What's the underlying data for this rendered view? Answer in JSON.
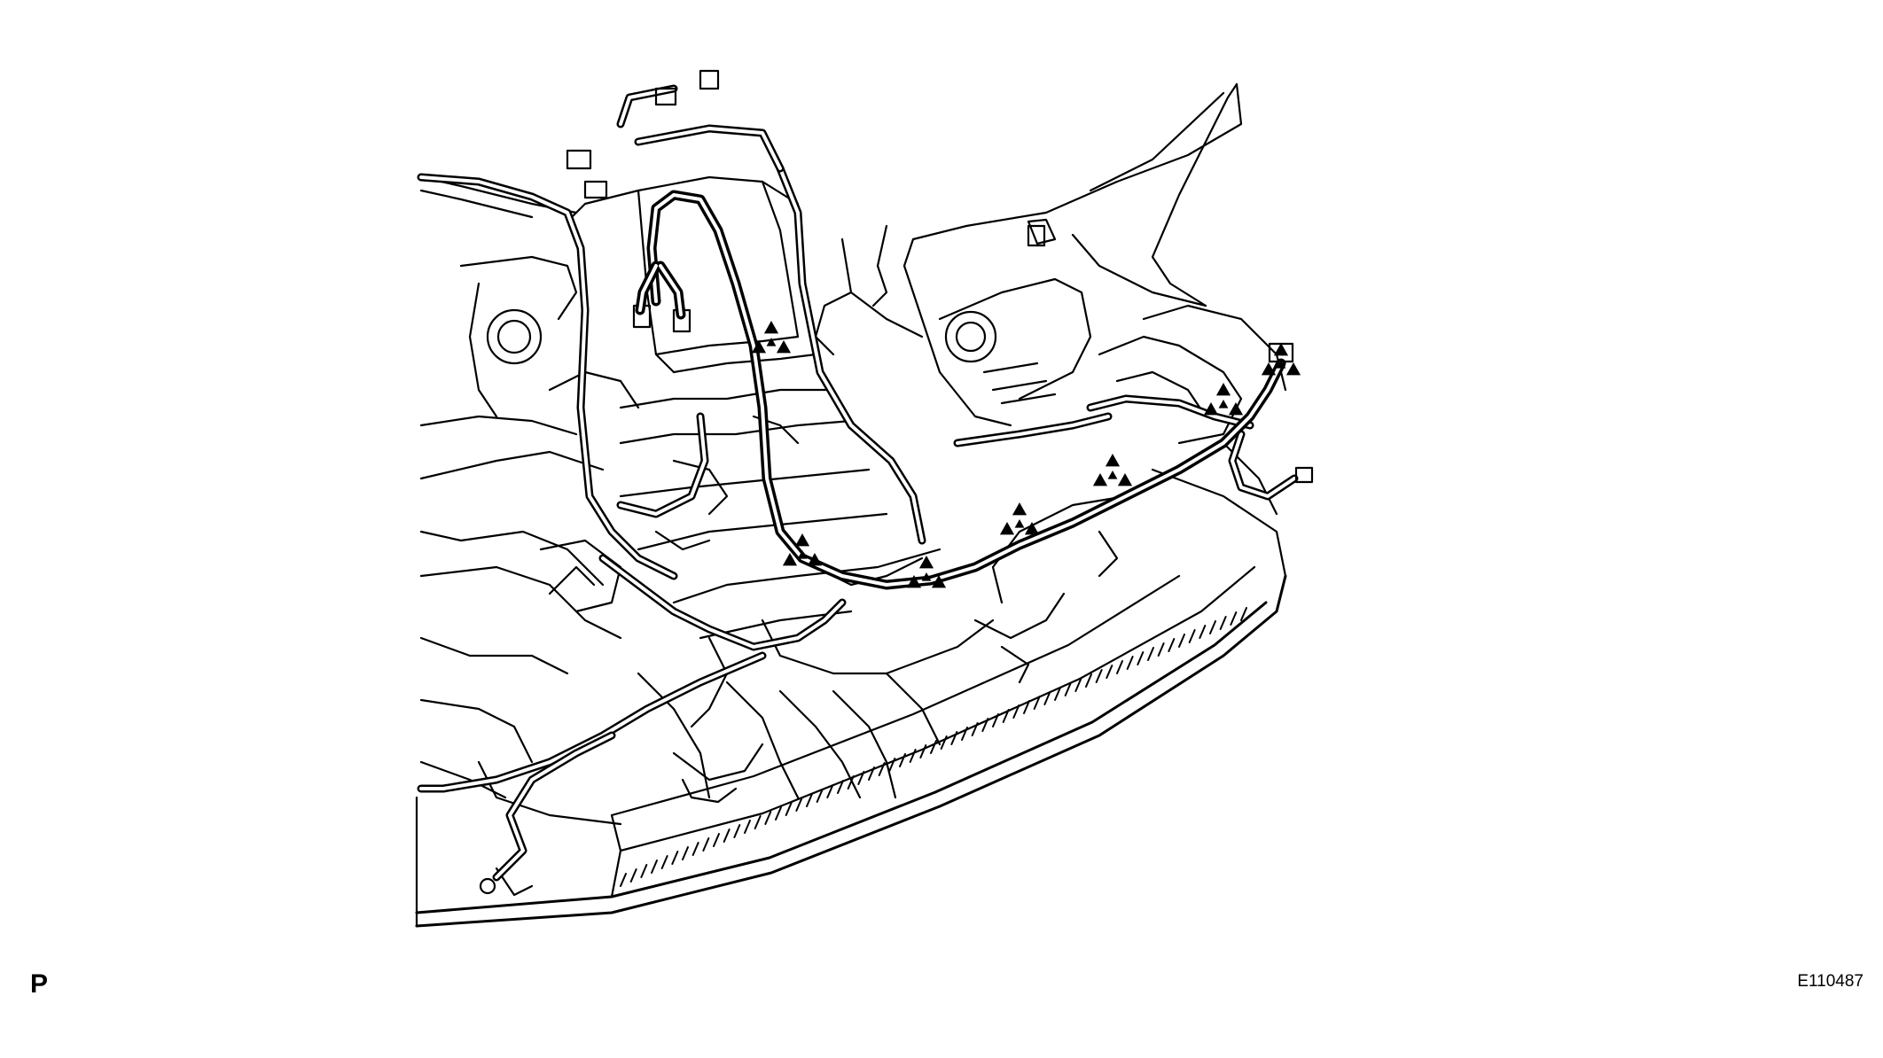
{
  "view_label": "P",
  "figure_code": "E110487",
  "illustration": {
    "style": "black line art on white",
    "line_color": "#000000",
    "background_color": "#ffffff",
    "marker_shape": "triangle-cluster",
    "clamp_markers": 7
  }
}
